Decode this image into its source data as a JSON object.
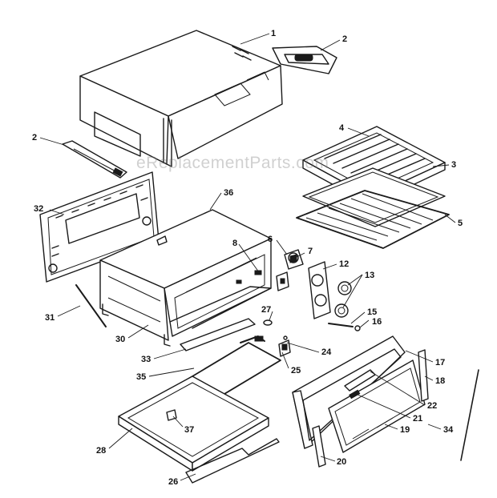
{
  "watermark": "eReplacementParts.com",
  "callouts": [
    {
      "id": "1",
      "text": "1"
    },
    {
      "id": "2a",
      "text": "2"
    },
    {
      "id": "2b",
      "text": "2"
    },
    {
      "id": "3",
      "text": "3"
    },
    {
      "id": "4",
      "text": "4"
    },
    {
      "id": "5",
      "text": "5"
    },
    {
      "id": "6",
      "text": "6"
    },
    {
      "id": "7",
      "text": "7"
    },
    {
      "id": "8",
      "text": "8"
    },
    {
      "id": "12",
      "text": "12"
    },
    {
      "id": "13",
      "text": "13"
    },
    {
      "id": "15",
      "text": "15"
    },
    {
      "id": "16",
      "text": "16"
    },
    {
      "id": "17",
      "text": "17"
    },
    {
      "id": "18",
      "text": "18"
    },
    {
      "id": "19",
      "text": "19"
    },
    {
      "id": "20",
      "text": "20"
    },
    {
      "id": "21",
      "text": "21"
    },
    {
      "id": "22",
      "text": "22"
    },
    {
      "id": "24",
      "text": "24"
    },
    {
      "id": "25",
      "text": "25"
    },
    {
      "id": "26",
      "text": "26"
    },
    {
      "id": "27",
      "text": "27"
    },
    {
      "id": "28",
      "text": "28"
    },
    {
      "id": "30",
      "text": "30"
    },
    {
      "id": "31",
      "text": "31"
    },
    {
      "id": "32",
      "text": "32"
    },
    {
      "id": "33",
      "text": "33"
    },
    {
      "id": "34",
      "text": "34"
    },
    {
      "id": "35",
      "text": "35"
    },
    {
      "id": "36",
      "text": "36"
    },
    {
      "id": "37",
      "text": "37"
    }
  ]
}
